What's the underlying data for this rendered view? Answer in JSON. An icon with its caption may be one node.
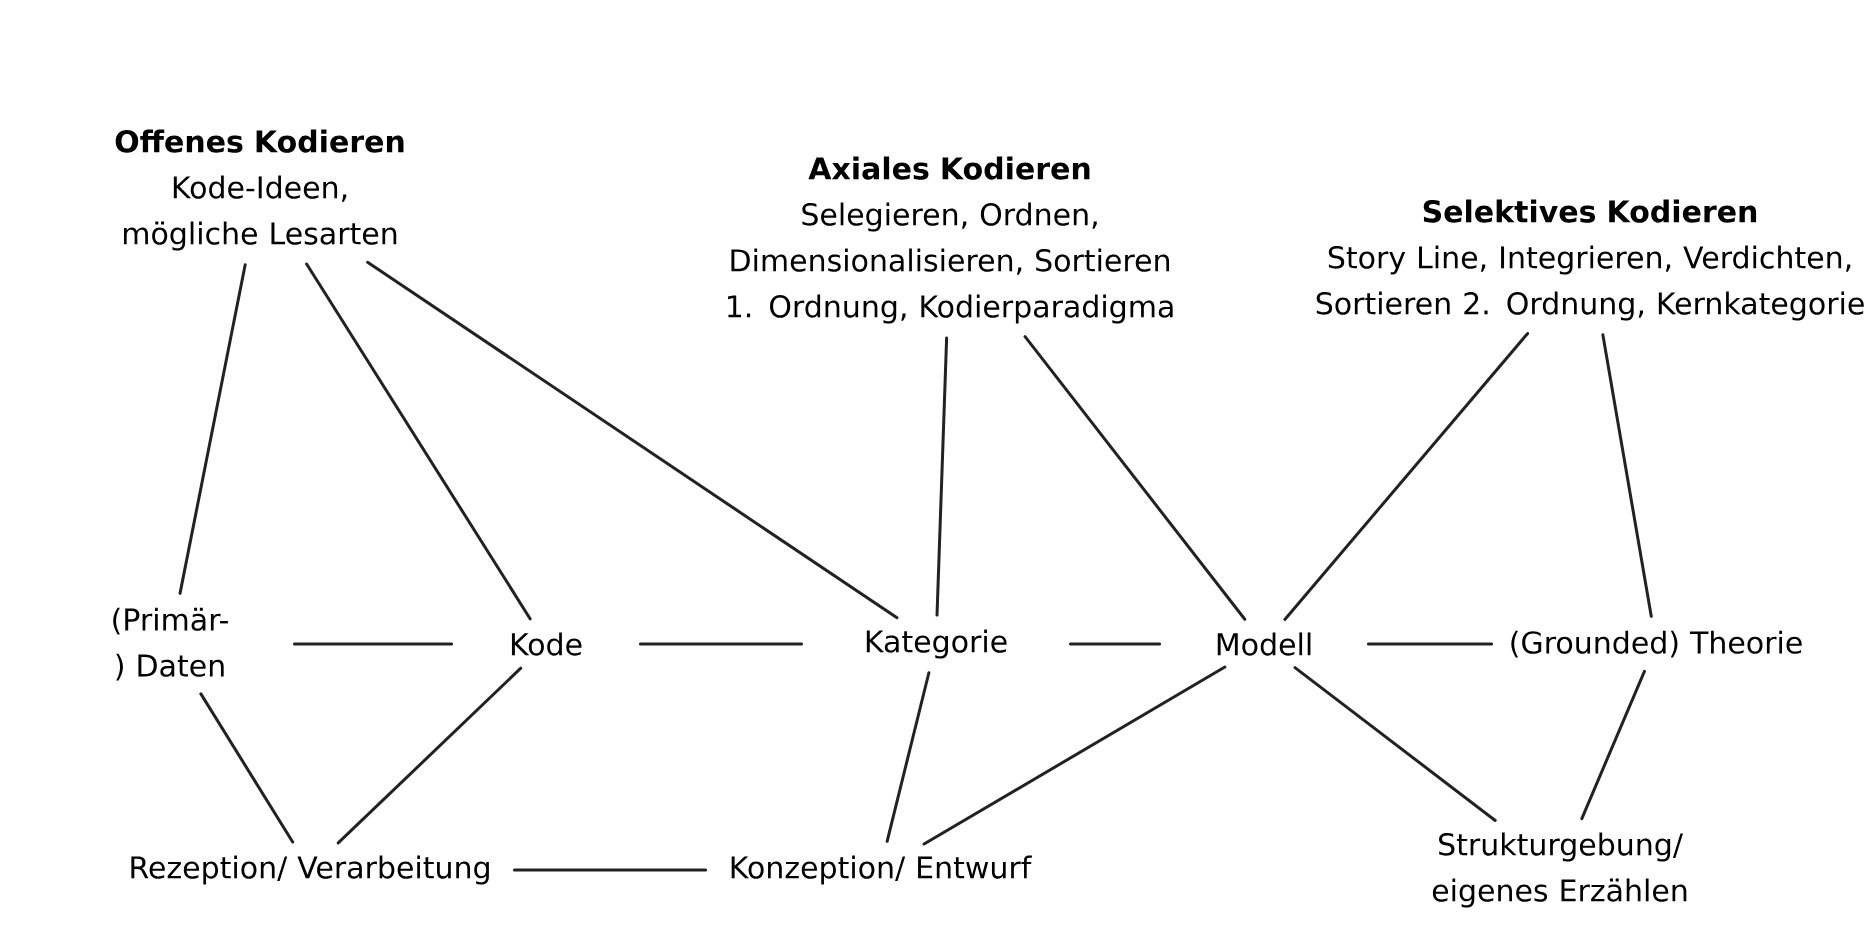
{
  "diagram": {
    "nodes": [
      {
        "text": [
          "Offenes Kodieren",
          "Kode-Ideen, mögliche Lesarten"
        ]
      },
      {
        "text": [
          "Axiales Kodieren",
          "Selegieren, Ordnen, Dimensionalisieren, Sortieren 1. Ordnung, Kodierparadigma"
        ]
      },
      {
        "text": [
          "Selektives Kodieren",
          "Story Line, Integrieren, Verdichten, Sortieren 2. Ordnung, Kernkategorie"
        ]
      },
      {
        "text": [
          "(Primär-) Daten"
        ]
      },
      {
        "text": [
          "Kode"
        ]
      },
      {
        "text": [
          "Kategorie"
        ]
      },
      {
        "text": [
          "Modell"
        ]
      },
      {
        "text": [
          "(Grounded) Theorie"
        ]
      },
      {
        "text": [
          "Rezeption/ Verarbeitung"
        ]
      },
      {
        "text": [
          "Konzeption/ Entwurf"
        ]
      },
      {
        "text": [
          "Strukturgebung/ eigenes Erzählen"
        ]
      }
    ],
    "edges": [
      {
        "from": 0,
        "to": 3,
        "arrow": "none"
      },
      {
        "from": 0,
        "to": 4,
        "arrow": "none"
      },
      {
        "from": 0,
        "to": 5,
        "arrow": "none"
      },
      {
        "from": 3,
        "to": 4,
        "arrow": "none"
      },
      {
        "from": 4,
        "to": 5,
        "arrow": "none"
      },
      {
        "from": 5,
        "to": 6,
        "arrow": "none"
      },
      {
        "from": 6,
        "to": 7,
        "arrow": "none"
      },
      {
        "from": 1,
        "to": 5,
        "arrow": "none"
      },
      {
        "from": 1,
        "to": 6,
        "arrow": "none"
      },
      {
        "from": 2,
        "to": 6,
        "arrow": "none"
      },
      {
        "from": 2,
        "to": 7,
        "arrow": "none"
      },
      {
        "from": 3,
        "to": 8,
        "arrow": "none"
      },
      {
        "from": 4,
        "to": 8,
        "arrow": "none"
      },
      {
        "from": 8,
        "to": 9,
        "arrow": "none"
      },
      {
        "from": 5,
        "to": 9,
        "arrow": "none"
      },
      {
        "from": 6,
        "to": 9,
        "arrow": "none"
      },
      {
        "from": 6,
        "to": 10,
        "arrow": "none"
      },
      {
        "from": 7,
        "to": 10,
        "arrow": "none"
      }
    ]
  }
}
